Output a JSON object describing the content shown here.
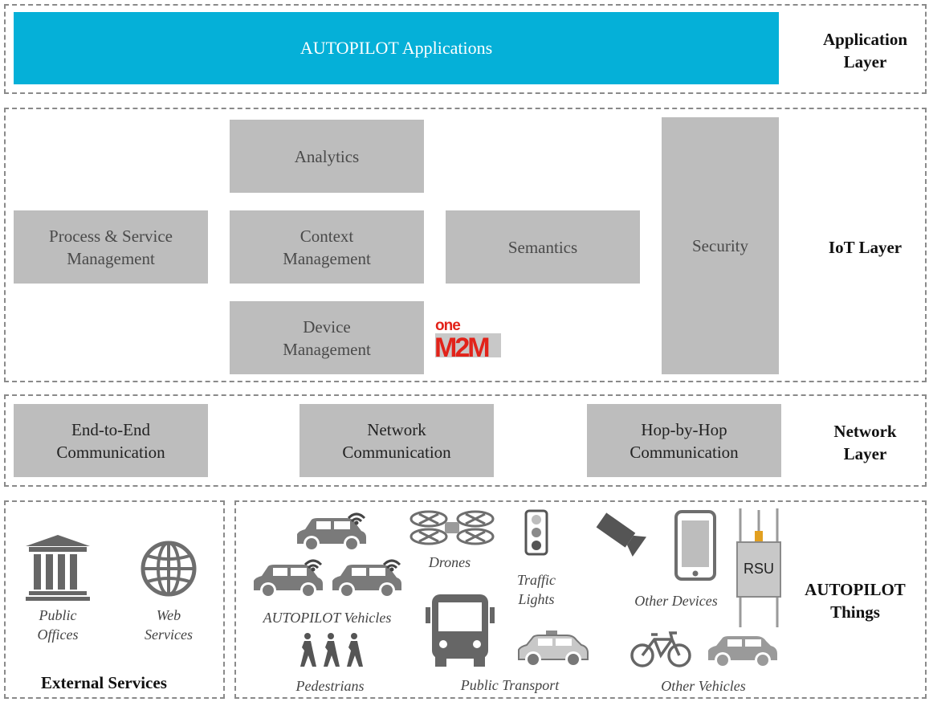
{
  "application_layer": {
    "label": "Application\nLayer",
    "apps": "AUTOPILOT Applications"
  },
  "iot_layer": {
    "label": "IoT Layer",
    "process": "Process & Service\nManagement",
    "analytics": "Analytics",
    "context": "Context\nManagement",
    "device": "Device\nManagement",
    "semantics": "Semantics",
    "security": "Security",
    "onem2m_logo": {
      "line1": "one",
      "line2": "M2M",
      "color": "#e2231a"
    }
  },
  "network_layer": {
    "label": "Network\nLayer",
    "e2e": "End-to-End\nCommunication",
    "network": "Network\nCommunication",
    "hop": "Hop-by-Hop\nCommunication"
  },
  "external_services": {
    "title": "External Services",
    "public_offices": "Public\nOffices",
    "web_services": "Web\nServices"
  },
  "things": {
    "label": "AUTOPILOT\nThings",
    "vehicles": "AUTOPILOT Vehicles",
    "drones": "Drones",
    "traffic_lights": "Traffic\nLights",
    "other_devices": "Other Devices",
    "rsu": "RSU",
    "pedestrians": "Pedestrians",
    "public_transport": "Public Transport",
    "other_vehicles": "Other Vehicles"
  },
  "colors": {
    "app_blue": "#05b0d8",
    "box_gray": "#bdbdbd",
    "icon_gray": "#6e6e6e"
  }
}
